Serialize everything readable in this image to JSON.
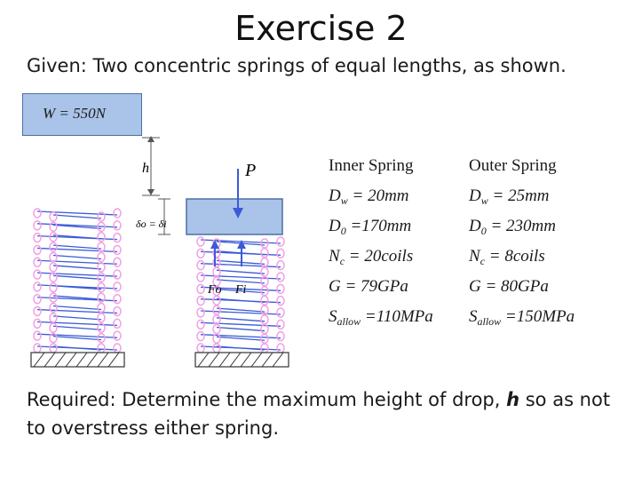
{
  "title": "Exercise 2",
  "given": "Given: Two concentric springs of equal lengths, as shown.",
  "figure": {
    "weight_label": "W = 550N",
    "height_label": "h",
    "deflection_label": "δo = δi",
    "load_label": "P",
    "outer_force_label": "Fo",
    "inner_force_label": "Fi",
    "spring_color": "#3b5bd6",
    "coil_color": "#f29fe6"
  },
  "inner": {
    "header": "Inner Spring",
    "dw_sym": "D",
    "dw_sub": "w",
    "dw_val": "= 20mm",
    "do_sym": "D",
    "do_sub": "0",
    "do_val": "=170mm",
    "nc_sym": "N",
    "nc_sub": "c",
    "nc_val": "= 20coils",
    "g": "G = 79GPa",
    "s_sym": "S",
    "s_sub": "allow",
    "s_val": "=110MPa"
  },
  "outer": {
    "header": "Outer Spring",
    "dw_sym": "D",
    "dw_sub": "w",
    "dw_val": "= 25mm",
    "do_sym": "D",
    "do_sub": "0",
    "do_val": "= 230mm",
    "nc_sym": "N",
    "nc_sub": "c",
    "nc_val": "= 8coils",
    "g": "G = 80GPa",
    "s_sym": "S",
    "s_sub": "allow",
    "s_val": "=150MPa"
  },
  "required_prefix": "Required: Determine the maximum height of drop, ",
  "required_var": "h",
  "required_suffix": " so as not to overstress either spring."
}
